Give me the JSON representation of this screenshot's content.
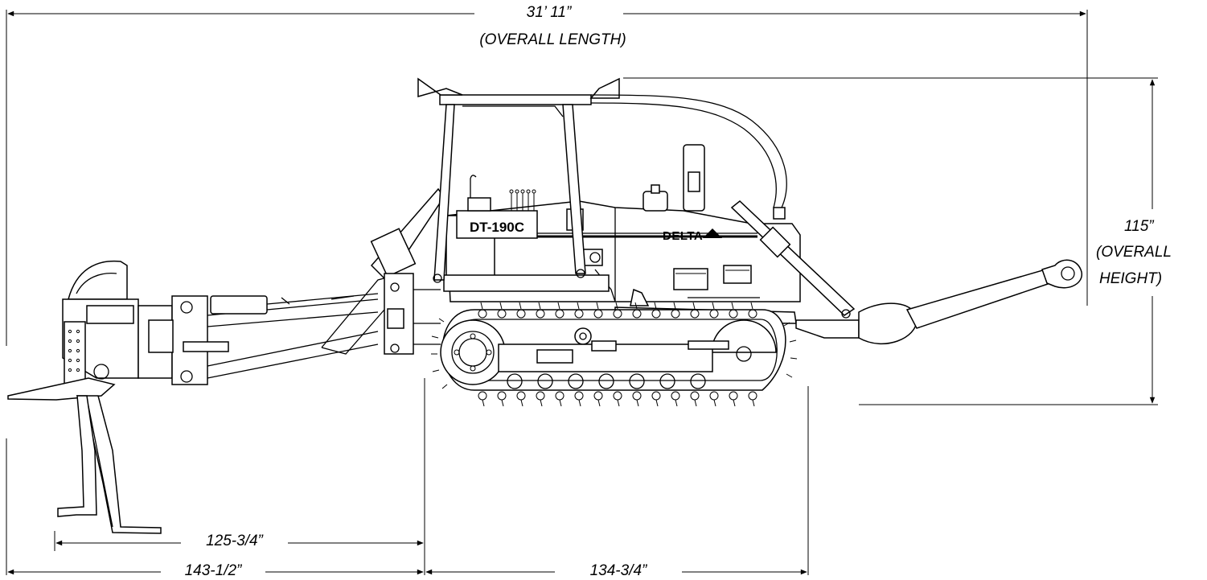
{
  "diagram": {
    "machine": {
      "model_label": "DT-190C",
      "brand_label": "DELTA"
    },
    "dimensions": {
      "overall_length": {
        "value": "31’ 11”",
        "caption": "(OVERALL LENGTH)"
      },
      "overall_height": {
        "value": "115”",
        "caption_line1": "(OVERALL",
        "caption_line2": "HEIGHT)"
      },
      "ripper_to_track": {
        "value": "125-3/4”"
      },
      "rear_length": {
        "value": "143-1/2”"
      },
      "track_length": {
        "value": "134-3/4”"
      }
    },
    "colors": {
      "ink": "#000000",
      "paper": "#ffffff"
    }
  }
}
